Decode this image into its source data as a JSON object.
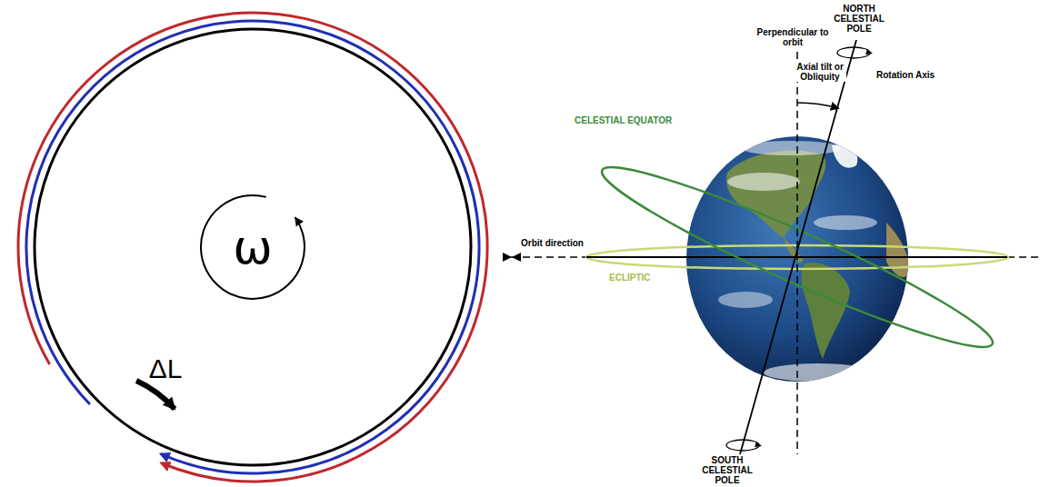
{
  "diagram": {
    "labels": [
      "ω",
      "ΔL",
      "NORTH CELESTIAL POLE",
      "Perpendicular to orbit",
      "Axial tilt or Obliquity",
      "Rotation Axis",
      "CELESTIAL EQUATOR",
      "Orbit direction",
      "ECLIPTIC",
      "SOUTH CELESTIAL POLE"
    ]
  }
}
